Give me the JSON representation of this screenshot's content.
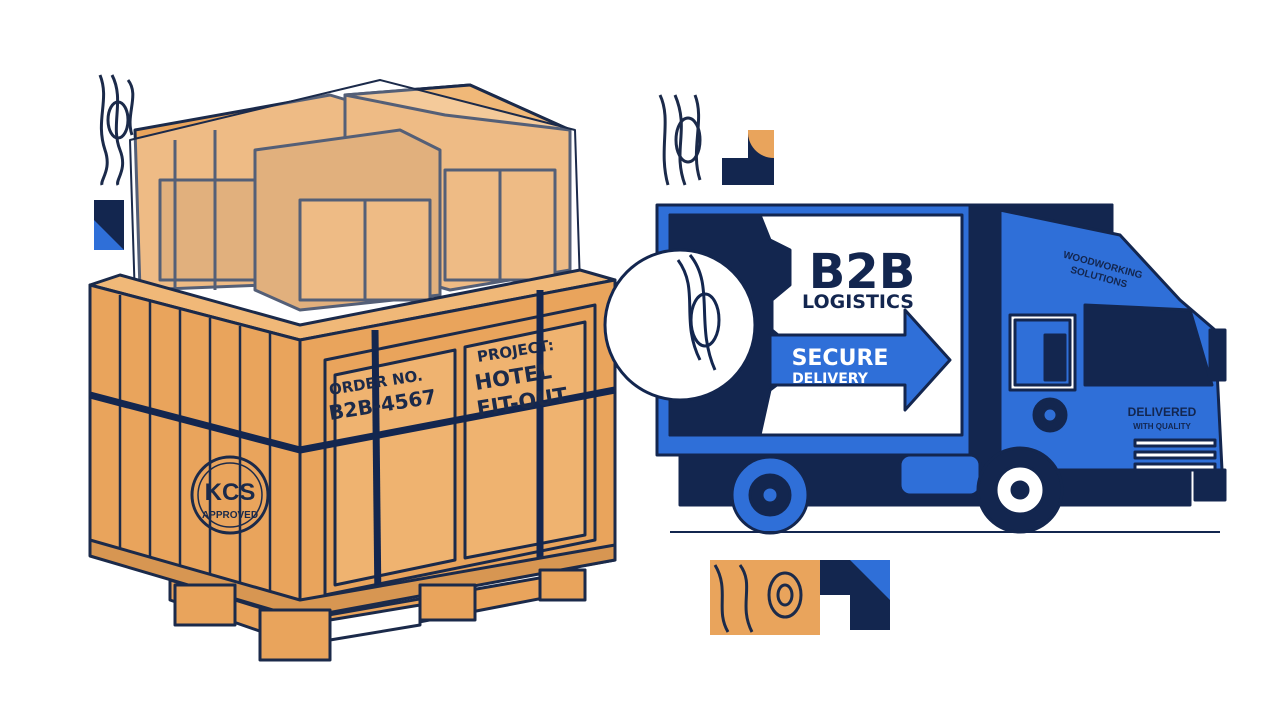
{
  "crate": {
    "order_label": "ORDER NO.",
    "order_number": "B2B-4567",
    "project_label": "PROJECT:",
    "project_line1": "HOTEL",
    "project_line2": "FIT-OUT",
    "stamp_top": "KCS",
    "stamp_bottom": "APPROVED"
  },
  "truck": {
    "banner_title": "B2B",
    "banner_subtitle": "LOGISTICS",
    "arrow_line1": "SECURE",
    "arrow_line2": "DELIVERY",
    "cab_top_line1": "WOODWORKING",
    "cab_top_line2": "SOLUTIONS",
    "door_line1": "DELIVERED",
    "door_line2": "WITH QUALITY"
  },
  "colors": {
    "wood": "#e9a45c",
    "wood_dark": "#c98a4a",
    "blue": "#2f6fd8",
    "navy": "#13264f",
    "ink": "#1b2a4a"
  }
}
